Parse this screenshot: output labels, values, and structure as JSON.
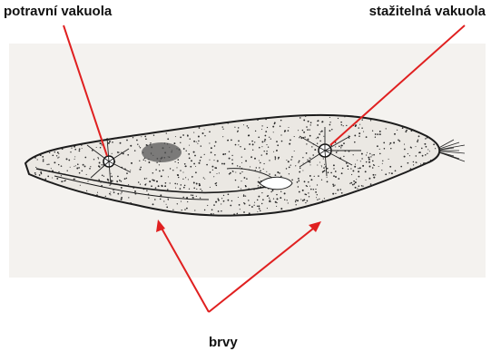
{
  "labels": {
    "food_vacuole": "potravní vakuola",
    "contractile_vacuole": "stažitelná vakuola",
    "cilia": "brvy"
  },
  "colors": {
    "pointer": "#e02020",
    "ink": "#222222",
    "paper": "#f4f2ef"
  },
  "illustration": "paramecium-drawing"
}
